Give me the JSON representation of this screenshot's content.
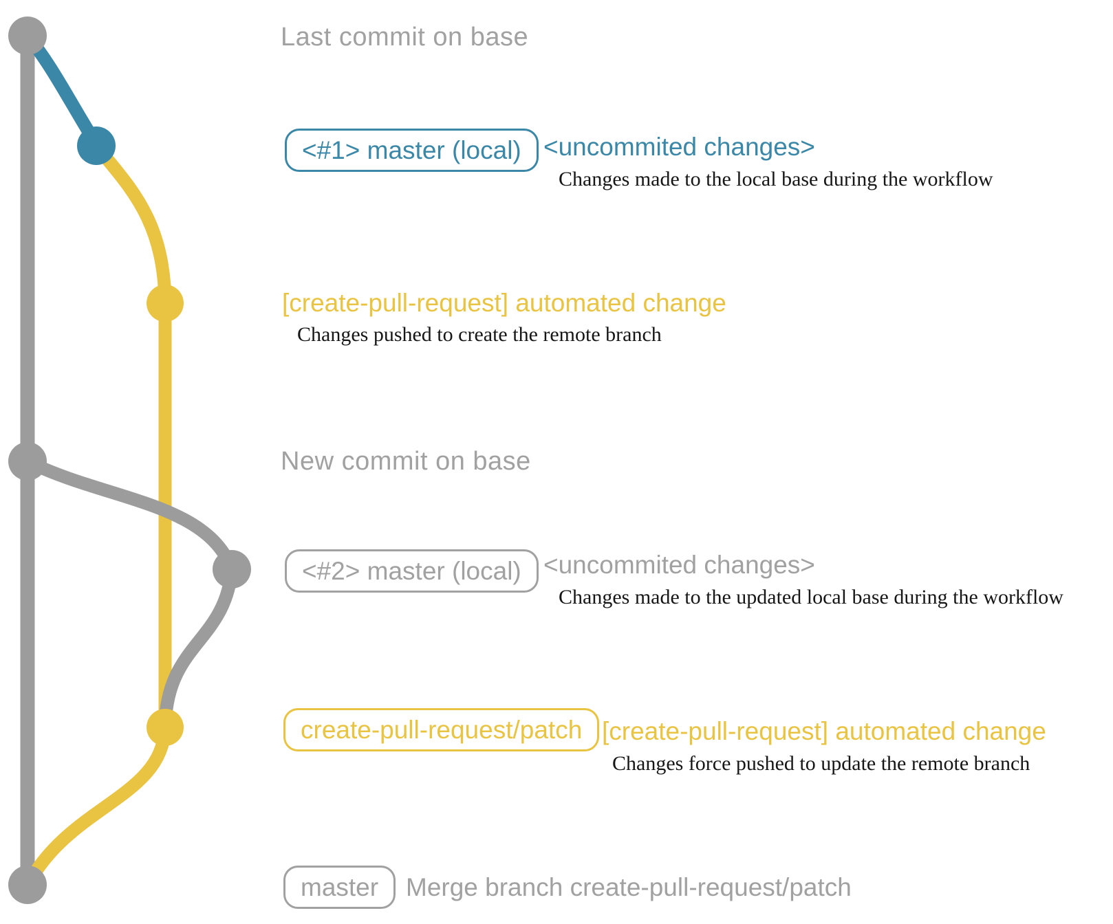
{
  "colors": {
    "gray": "#9c9c9c",
    "gray_text": "#a1a1a1",
    "blue": "#3b87a8",
    "yellow": "#e9c342",
    "black": "#161616"
  },
  "graph": {
    "commits": [
      {
        "name": "last-commit-on-base",
        "color": "gray"
      },
      {
        "name": "local-commit-1",
        "color": "blue"
      },
      {
        "name": "remote-branch-commit-1",
        "color": "yellow"
      },
      {
        "name": "new-commit-on-base",
        "color": "gray"
      },
      {
        "name": "local-commit-2",
        "color": "gray"
      },
      {
        "name": "remote-branch-commit-2",
        "color": "yellow"
      },
      {
        "name": "merge-commit",
        "color": "gray"
      }
    ]
  },
  "annotations": {
    "heading_top": "Last commit on base",
    "row1": {
      "box": "<#1> master (local)",
      "note": "<uncommited changes>",
      "desc": "Changes made to the local base during the workflow"
    },
    "row2": {
      "note": "[create-pull-request] automated change",
      "desc": "Changes pushed to create the remote branch"
    },
    "heading_mid": "New commit on base",
    "row3": {
      "box": "<#2> master (local)",
      "note": "<uncommited changes>",
      "desc": "Changes made to the updated local base during the workflow"
    },
    "row4": {
      "box": "create-pull-request/patch",
      "note": "[create-pull-request] automated change",
      "desc": "Changes force pushed to update the remote branch"
    },
    "row5": {
      "box": "master",
      "note": "Merge branch create-pull-request/patch"
    }
  }
}
